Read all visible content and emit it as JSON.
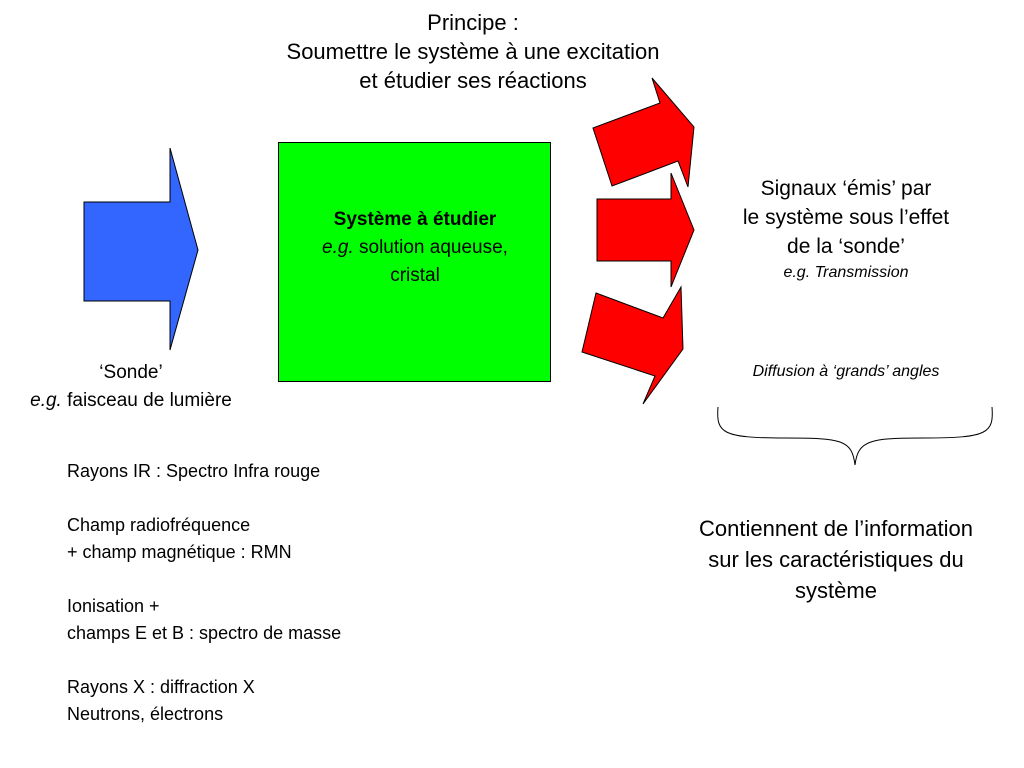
{
  "principle": {
    "lines": [
      "Principe :",
      "Soumettre le système à une excitation",
      "et étudier ses réactions"
    ]
  },
  "system": {
    "title": "Système à étudier",
    "example_prefix": "e.g.",
    "example_line1": " solution aqueuse,",
    "example_line2": "cristal"
  },
  "probe": {
    "label": "‘Sonde’",
    "example_prefix": "e.g.",
    "example_text": " faisceau de lumière"
  },
  "signals": {
    "lines": [
      "Signaux ‘émis’ par",
      "le système sous l’effet",
      "de la ‘sonde’"
    ],
    "example": "e.g. Transmission"
  },
  "diffusion": "Diffusion à ‘grands’ angles",
  "conclusion": {
    "lines": [
      "Contiennent de l’information",
      "sur les caractéristiques du",
      "système"
    ]
  },
  "methods": [
    [
      "Rayons IR : Spectro Infra rouge"
    ],
    [
      "Champ radiofréquence",
      "+ champ magnétique : RMN"
    ],
    [
      "Ionisation +",
      "champs E et B : spectro de masse"
    ],
    [
      "Rayons X : diffraction X",
      "Neutrons, électrons"
    ]
  ],
  "colors": {
    "probe_arrow": "#3366ff",
    "system_box": "#00ff00",
    "signal_arrows": "#ff0000",
    "outline": "#000000"
  }
}
